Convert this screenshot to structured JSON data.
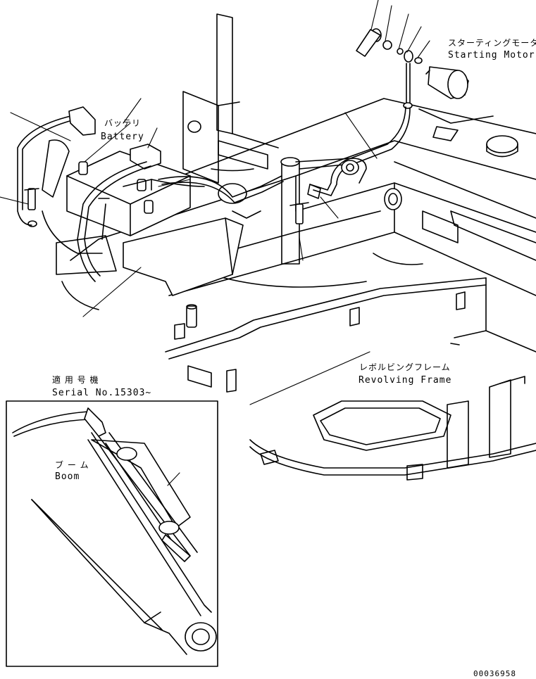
{
  "labels": {
    "starting_motor_jp": "スターティングモータ",
    "starting_motor_en": "Starting Motor",
    "battery_jp": "バッテリ",
    "battery_en": "Battery",
    "revolving_frame_jp": "レボルビングフレーム",
    "revolving_frame_en": "Revolving Frame",
    "serial_jp": "適 用 号 機",
    "serial_en": "Serial No.15303~",
    "boom_jp": "ブ ー ム",
    "boom_en": "Boom"
  },
  "drawing_number": "00036958"
}
